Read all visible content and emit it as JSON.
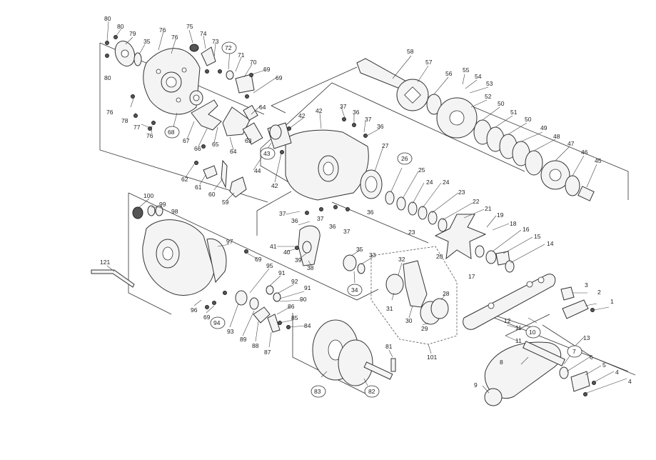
{
  "labels": {
    "p1": "1",
    "p2": "2",
    "p3": "3",
    "p4a": "4",
    "p4b": "4",
    "p5": "5",
    "p6": "6",
    "p7": "7",
    "p8": "8",
    "p9": "9",
    "p10": "10",
    "p11a": "11",
    "p11b": "11",
    "p12": "12",
    "p13": "13",
    "p14": "14",
    "p15": "15",
    "p16": "16",
    "p17": "17",
    "p18": "18",
    "p19": "19",
    "p20": "20",
    "p21": "21",
    "p22": "22",
    "p23a": "23",
    "p23b": "23",
    "p24a": "24",
    "p24b": "24",
    "p25": "25",
    "p26": "26",
    "p27": "27",
    "p28": "28",
    "p29": "29",
    "p30": "30",
    "p31": "31",
    "p32": "32",
    "p33": "33",
    "p34": "34",
    "p35a": "35",
    "p35b": "35",
    "p36a": "36",
    "p36b": "36",
    "p36c": "36",
    "p36d": "36",
    "p36e": "36",
    "p37a": "37",
    "p37b": "37",
    "p37c": "37",
    "p37d": "37",
    "p37e": "37",
    "p38": "38",
    "p39": "39",
    "p40": "40",
    "p41": "41",
    "p42a": "42",
    "p42b": "42",
    "p42c": "42",
    "p43": "43",
    "p44": "44",
    "p45": "45",
    "p46": "46",
    "p47": "47",
    "p48": "48",
    "p49": "49",
    "p50a": "50",
    "p50b": "50",
    "p51": "51",
    "p52": "52",
    "p53": "53",
    "p54": "54",
    "p55": "55",
    "p56": "56",
    "p57": "57",
    "p58": "58",
    "p59": "59",
    "p60": "60",
    "p61": "61",
    "p62": "62",
    "p63": "63",
    "p64a": "64",
    "p64b": "64",
    "p65": "65",
    "p66": "66",
    "p67": "67",
    "p68": "68",
    "p69a": "69",
    "p69b": "69",
    "p69c": "69",
    "p69d": "69",
    "p70": "70",
    "p71": "71",
    "p72": "72",
    "p73": "73",
    "p74": "74",
    "p75": "75",
    "p76a": "76",
    "p76b": "76",
    "p76c": "76",
    "p76d": "76",
    "p77": "77",
    "p78": "78",
    "p79": "79",
    "p80a": "80",
    "p80b": "80",
    "p80c": "80",
    "p81": "81",
    "p82": "82",
    "p83": "83",
    "p84": "84",
    "p85": "85",
    "p86": "86",
    "p87": "87",
    "p88": "88",
    "p89": "89",
    "p90": "90",
    "p91a": "91",
    "p91b": "91",
    "p92": "92",
    "p93": "93",
    "p94": "94",
    "p95": "95",
    "p96": "96",
    "p97": "97",
    "p98": "98",
    "p99": "99",
    "p100": "100",
    "p101": "101",
    "p121": "121"
  }
}
